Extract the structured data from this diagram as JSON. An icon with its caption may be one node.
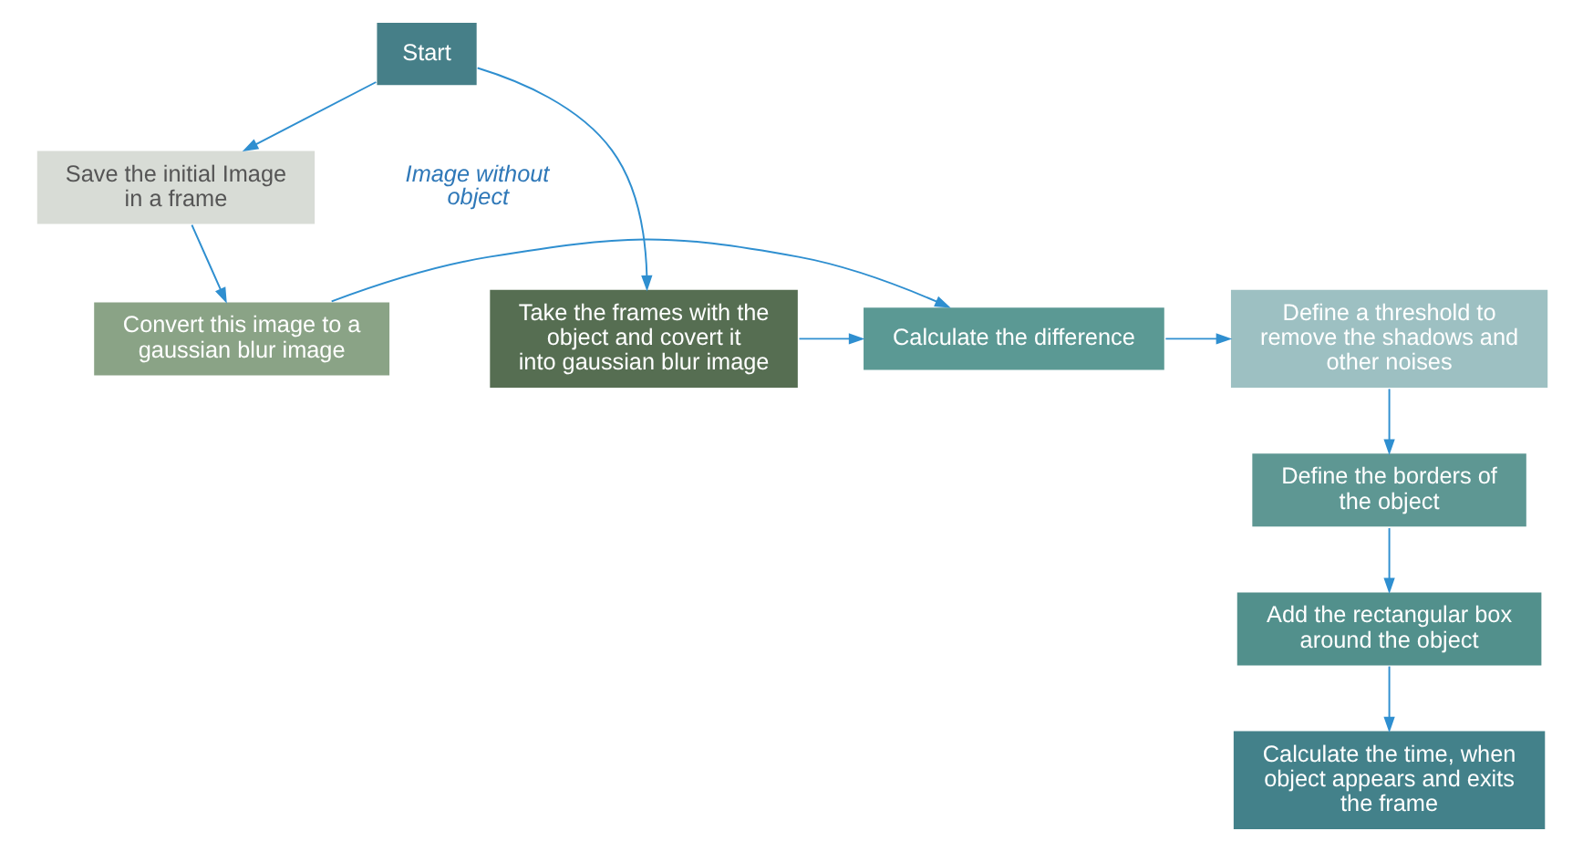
{
  "diagram": {
    "nodes": [
      {
        "text": [
          "Start"
        ]
      },
      {
        "text": [
          "Save the initial Image in a frame"
        ]
      },
      {
        "text": [
          "Convert this image to a gaussian blur image"
        ]
      },
      {
        "text": [
          "Take the frames with the object and covert it into gaussian blur image"
        ]
      },
      {
        "text": [
          "Calculate the difference"
        ]
      },
      {
        "text": [
          "Define a threshold to remove the shadows and other noises"
        ]
      },
      {
        "text": [
          "Define the borders of the object"
        ]
      },
      {
        "text": [
          "Add the rectangular box around the object"
        ]
      },
      {
        "text": [
          "Calculate the time, when object appears and exits the frame"
        ]
      }
    ],
    "edges": [
      {
        "from": 0,
        "to": 1,
        "arrow": "to"
      },
      {
        "from": 0,
        "to": 3,
        "arrow": "to"
      },
      {
        "from": 1,
        "to": 2,
        "arrow": "to"
      },
      {
        "from": 3,
        "to": 4,
        "arrow": "to"
      },
      {
        "from": 2,
        "to": 4,
        "arrow": "to"
      },
      {
        "from": 4,
        "to": 5,
        "arrow": "to"
      },
      {
        "from": 5,
        "to": 6,
        "arrow": "to"
      },
      {
        "from": 6,
        "to": 7,
        "arrow": "to"
      },
      {
        "from": 7,
        "to": 8,
        "arrow": "to"
      }
    ],
    "labels": [
      "Image without object"
    ]
  }
}
